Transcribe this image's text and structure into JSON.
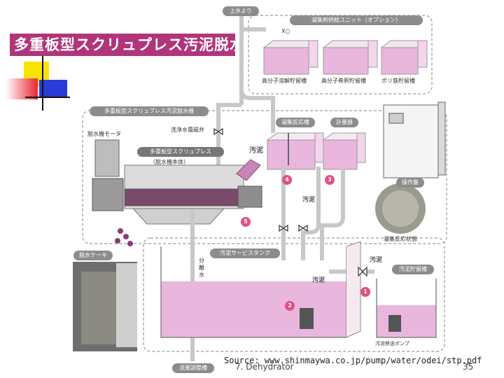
{
  "title": "多重板型スクリュプレス汚泥脱水機",
  "labels": {
    "water_supply": "上水より",
    "coagulant_unit": "凝集剤供給ユニット（オプション）",
    "tank_polymer_dissolve": "高分子溶解貯留槽",
    "tank_polymer_dilute": "高分子希釈貯留槽",
    "tank_ferric": "ポリ鉄貯留槽",
    "machine_section": "多重板型スクリュプレス汚泥脱水機",
    "motor": "脱水機モータ",
    "wash_valve": "洗浄水電磁弁",
    "screw_press": "多重板型スクリュプレス",
    "screw_press_sub": "（脱水機本体）",
    "sludge_1": "汚泥",
    "coag_tank": "凝集反応槽",
    "metering": "計量器",
    "sludge_2": "汚泥",
    "control_panel": "操作盤",
    "floc_caption": "凝集反応状態",
    "cake": "脱水ケーキ",
    "separated_water": "分離水",
    "service_tank": "汚泥サービスタンク",
    "sludge_3": "汚泥",
    "sludge_4": "汚泥",
    "storage_tank": "汚泥貯留槽",
    "transfer_pump": "汚泥移送ポンプ",
    "flow_adjust": "流量調整槽",
    "valve_x": "X○"
  },
  "step_numbers": [
    "1",
    "2",
    "3",
    "4",
    "5"
  ],
  "colors": {
    "title_bg": "#b0357a",
    "liquid": "#e9b6de",
    "pipe": "#c8c8c8",
    "badge": "#e2507f",
    "deco_yellow": "#f7e400",
    "deco_red": "#e8262f",
    "deco_blue": "#2a3bd9"
  },
  "footer": {
    "source": "Source: www.shinmaywa.co.jp/pump/water/odei/stp.pdf",
    "slide_label": "7. Dehydrator",
    "page_number": "35"
  }
}
